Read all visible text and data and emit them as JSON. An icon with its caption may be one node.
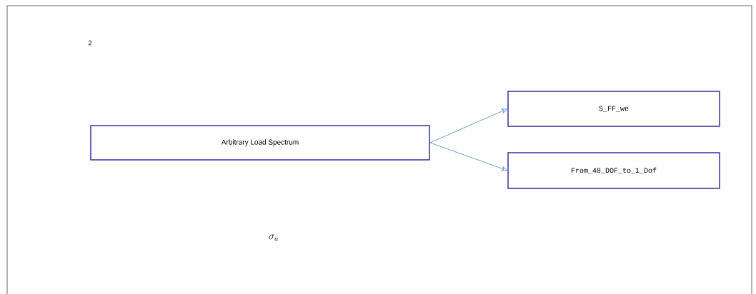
{
  "diagram": {
    "nodes": [
      {
        "text": [
          "Arbitrary Load Spectrum"
        ]
      },
      {
        "text": [
          "S_FF_we"
        ]
      },
      {
        "text": [
          "From_48_DOF_to_1_Dof"
        ]
      }
    ],
    "edges": [
      {
        "from": 0,
        "to": 1,
        "arrow": "to"
      },
      {
        "from": 0,
        "to": 2,
        "arrow": "to"
      }
    ],
    "labels": [
      "2",
      "\\sigma_a"
    ]
  }
}
